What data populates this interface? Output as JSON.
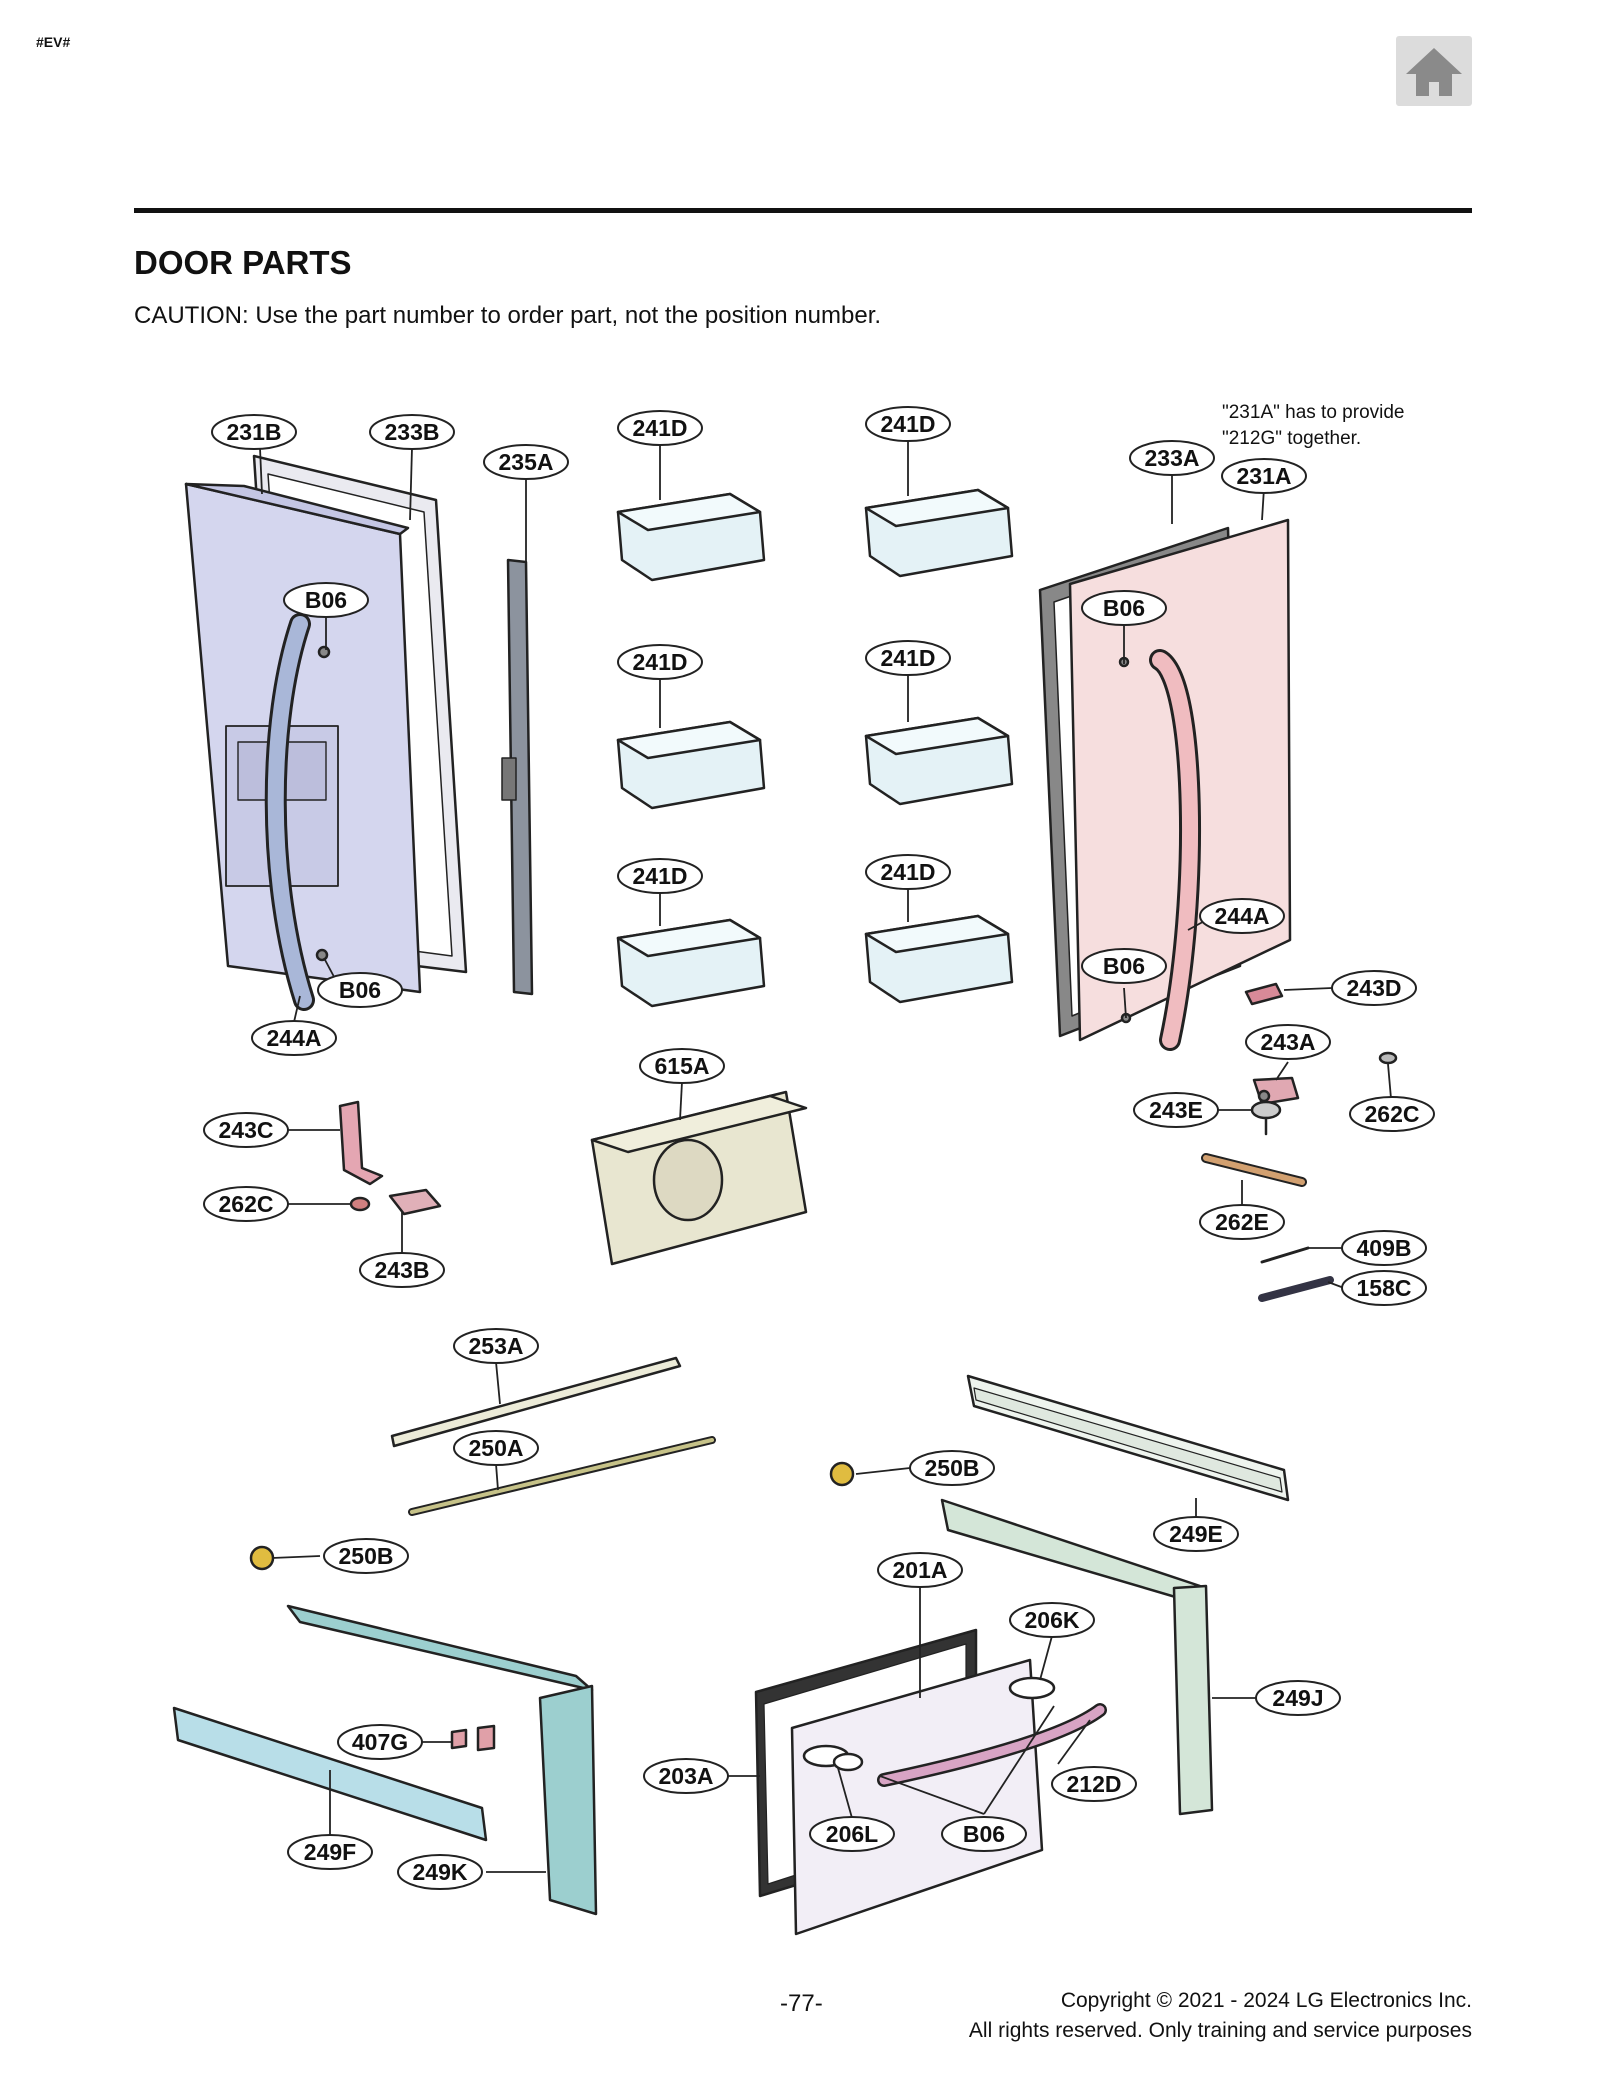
{
  "header": {
    "tag": "#EV#",
    "home_icon": "home-icon"
  },
  "section": {
    "title": "DOOR PARTS",
    "caution": "CAUTION: Use the part number to order part, not the position number."
  },
  "diagram": {
    "note_line1": "\"231A\" has to provide",
    "note_line2": "\"212G\" together.",
    "labels": {
      "l01": "231B",
      "l02": "233B",
      "l03": "235A",
      "l04": "241D",
      "l05": "241D",
      "l06": "233A",
      "l07": "231A",
      "l08": "B06",
      "l09": "B06",
      "l10": "241D",
      "l11": "241D",
      "l12": "241D",
      "l13": "241D",
      "l14": "244A",
      "l15": "B06",
      "l16": "B06",
      "l17": "243D",
      "l18": "244A",
      "l19": "615A",
      "l20": "243A",
      "l21": "243C",
      "l22": "243E",
      "l23": "262C",
      "l24": "262C",
      "l25": "262E",
      "l26": "243B",
      "l27": "409B",
      "l28": "158C",
      "l29": "253A",
      "l30": "250A",
      "l31": "250B",
      "l32": "249E",
      "l33": "250B",
      "l34": "201A",
      "l35": "206K",
      "l36": "249J",
      "l37": "407G",
      "l38": "203A",
      "l39": "212D",
      "l40": "206L",
      "l41": "B06",
      "l42": "249F",
      "l43": "249K"
    }
  },
  "footer": {
    "page_number": "-77-",
    "copyright_line1": "Copyright © 2021 - 2024 LG Electronics Inc.",
    "copyright_line2": "All rights reserved. Only training and service purposes"
  }
}
